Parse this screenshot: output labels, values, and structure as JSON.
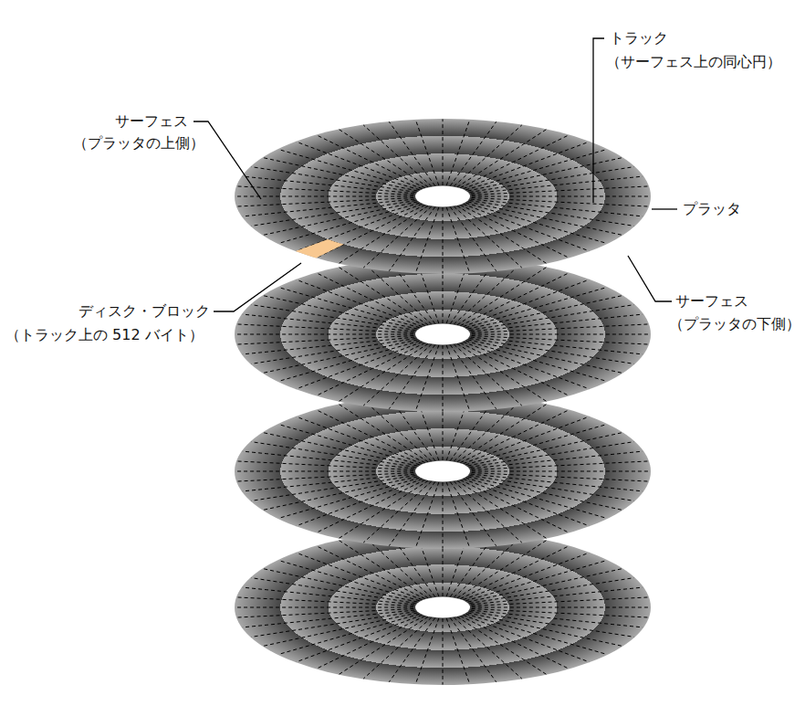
{
  "diagram": {
    "labels": [
      "サーフェス",
      "（プラッタの上側）",
      "トラック",
      "（サーフェス上の同心円）",
      "プラッタ",
      "サーフェス",
      "（プラッタの下側）",
      "ディスク・ブロック",
      "（トラック上の 512 バイト）"
    ]
  }
}
